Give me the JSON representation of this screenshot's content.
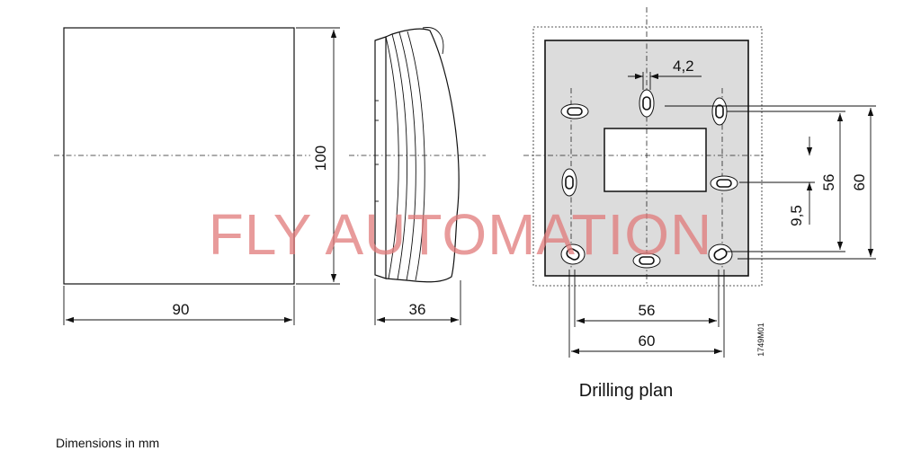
{
  "front_view": {
    "width_label": "90",
    "height_label": "100"
  },
  "side_view": {
    "depth_label": "36"
  },
  "drilling_plan": {
    "slot_width_label": "4,2",
    "hole_offset_label": "9,5",
    "vertical_inner_label": "56",
    "vertical_outer_label": "60",
    "horizontal_inner_label": "56",
    "horizontal_outer_label": "60",
    "drawing_code": "1749M01",
    "caption": "Drilling plan"
  },
  "watermark": "FLY AUTOMATION",
  "footer_note": "Dimensions in mm"
}
